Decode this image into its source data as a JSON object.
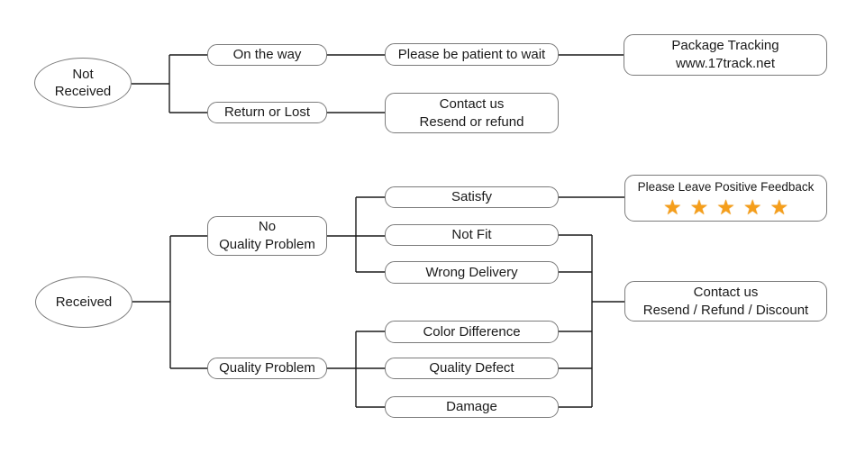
{
  "colors": {
    "background": "#ffffff",
    "connector": "#1a1a1a",
    "node_border": "#7b7b7b",
    "node_fill": "#ffffff",
    "text": "#1a1a1a",
    "star": "#f59e1b"
  },
  "glyphs": {
    "star": "★"
  },
  "nodes": {
    "not_received": {
      "line1": "Not",
      "line2": "Received"
    },
    "received": {
      "label": "Received"
    },
    "on_the_way": {
      "label": "On the way"
    },
    "return_or_lost": {
      "label": "Return or Lost"
    },
    "please_be_patient": {
      "label": "Please be patient to wait"
    },
    "contact_resend_refund": {
      "line1": "Contact us",
      "line2": "Resend or refund"
    },
    "package_tracking": {
      "line1": "Package Tracking",
      "line2": "www.17track.net"
    },
    "no_quality_problem": {
      "line1": "No",
      "line2": "Quality Problem"
    },
    "quality_problem": {
      "label": "Quality Problem"
    },
    "satisfy": {
      "label": "Satisfy"
    },
    "not_fit": {
      "label": "Not Fit"
    },
    "wrong_delivery": {
      "label": "Wrong Delivery"
    },
    "color_difference": {
      "label": "Color Difference"
    },
    "quality_defect": {
      "label": "Quality Defect"
    },
    "damage": {
      "label": "Damage"
    },
    "positive_feedback": {
      "label": "Please Leave Positive Feedback",
      "star_count": 5
    },
    "contact_resend_refund_discount": {
      "line1": "Contact us",
      "line2": "Resend / Refund / Discount"
    }
  }
}
